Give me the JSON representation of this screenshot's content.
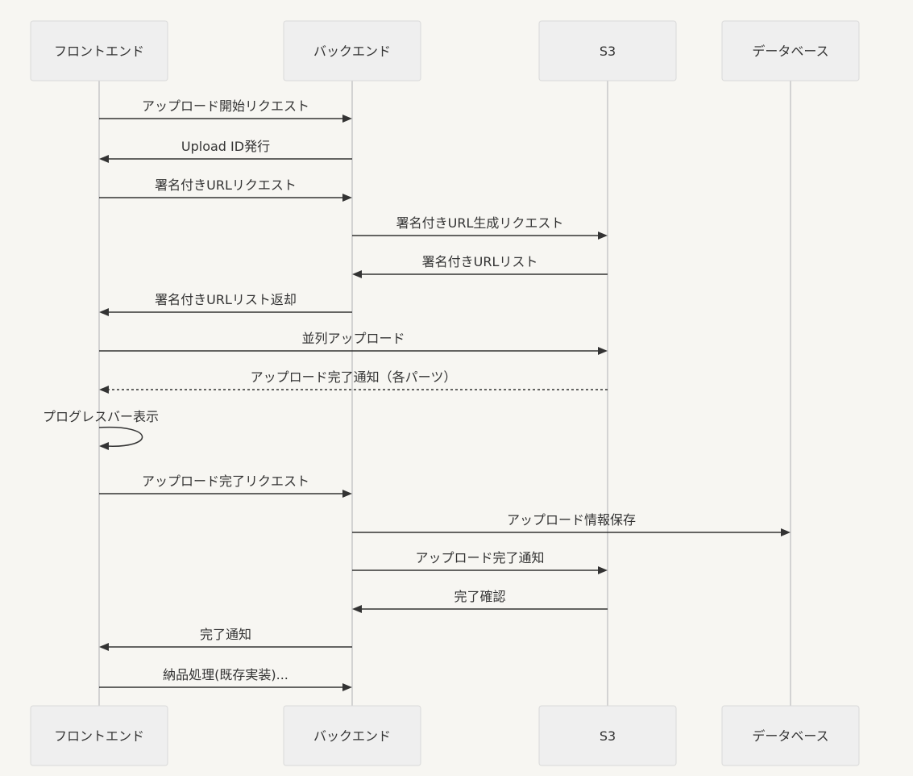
{
  "participants": [
    {
      "id": "frontend",
      "label": "フロントエンド"
    },
    {
      "id": "backend",
      "label": "バックエンド"
    },
    {
      "id": "s3",
      "label": "S3"
    },
    {
      "id": "database",
      "label": "データベース"
    }
  ],
  "messages": [
    {
      "from": "frontend",
      "to": "backend",
      "label": "アップロード開始リクエスト",
      "style": "solid"
    },
    {
      "from": "backend",
      "to": "frontend",
      "label": "Upload ID発行",
      "style": "solid"
    },
    {
      "from": "frontend",
      "to": "backend",
      "label": "署名付きURLリクエスト",
      "style": "solid"
    },
    {
      "from": "backend",
      "to": "s3",
      "label": "署名付きURL生成リクエスト",
      "style": "solid"
    },
    {
      "from": "s3",
      "to": "backend",
      "label": "署名付きURLリスト",
      "style": "solid"
    },
    {
      "from": "backend",
      "to": "frontend",
      "label": "署名付きURLリスト返却",
      "style": "solid"
    },
    {
      "from": "frontend",
      "to": "s3",
      "label": "並列アップロード",
      "style": "solid"
    },
    {
      "from": "s3",
      "to": "frontend",
      "label": "アップロード完了通知（各パーツ）",
      "style": "dashed"
    },
    {
      "from": "frontend",
      "to": "frontend",
      "label": "プログレスバー表示",
      "style": "solid"
    },
    {
      "from": "frontend",
      "to": "backend",
      "label": "アップロード完了リクエスト",
      "style": "solid"
    },
    {
      "from": "backend",
      "to": "database",
      "label": "アップロード情報保存",
      "style": "solid"
    },
    {
      "from": "backend",
      "to": "s3",
      "label": "アップロード完了通知",
      "style": "solid"
    },
    {
      "from": "s3",
      "to": "backend",
      "label": "完了確認",
      "style": "solid"
    },
    {
      "from": "backend",
      "to": "frontend",
      "label": "完了通知",
      "style": "solid"
    },
    {
      "from": "frontend",
      "to": "backend",
      "label": "納品処理(既存実装)...",
      "style": "solid"
    }
  ]
}
